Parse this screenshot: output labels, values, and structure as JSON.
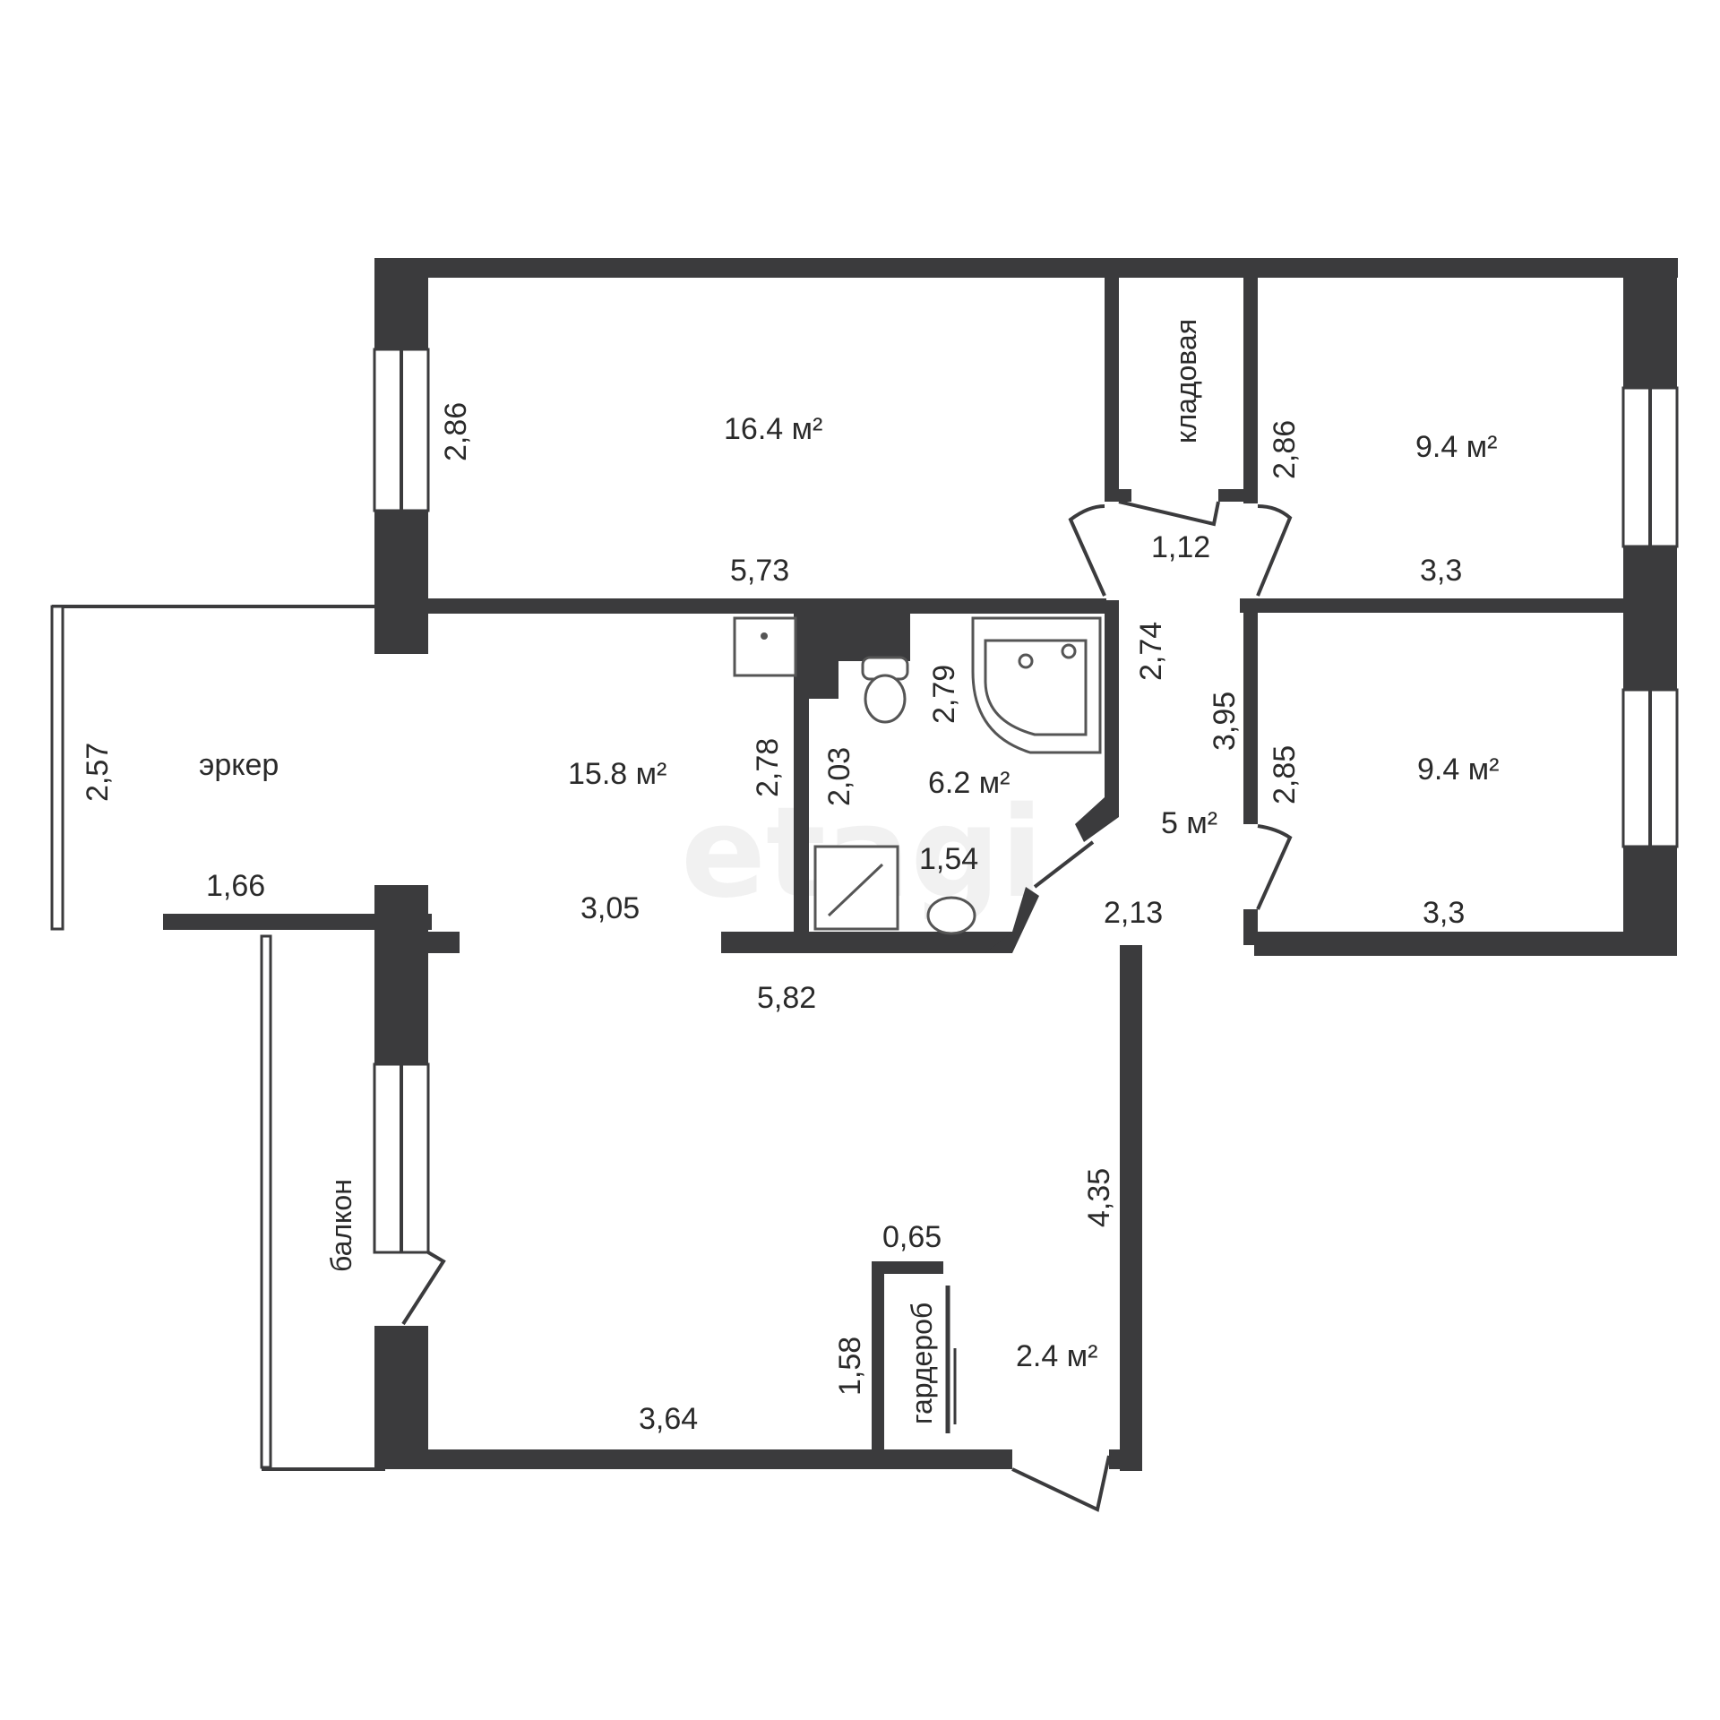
{
  "watermark": "etagi",
  "rooms": {
    "room1_area": "16.4 м²",
    "storage_label": "кладовая",
    "room2_area": "9.4 м²",
    "room3_area": "9.4 м²",
    "kitchen_area": "15.8 м²",
    "bay_label": "эркер",
    "bath_area": "6.2 м²",
    "hall_area": "5 м²",
    "balcony_label": "балкон",
    "wardrobe_label": "гардероб",
    "entry_area": "2.4 м²"
  },
  "dimensions": {
    "room1_h": "2,86",
    "room1_w": "5,73",
    "storage_w": "1,12",
    "room2_h": "2,86",
    "room2_w": "3,3",
    "room3_h": "2,85",
    "room3_w": "3,3",
    "hall_h1": "2,74",
    "hall_h2": "3,95",
    "hall_w": "2,13",
    "bay_h": "2,57",
    "bay_w": "1,66",
    "kitchen_h": "2,78",
    "kitchen_w": "3,05",
    "bath_h1": "2,79",
    "bath_h2": "2,03",
    "bath_w": "1,54",
    "living_w1": "5,82",
    "living_w2": "3,64",
    "entry_h": "4,35",
    "wardrobe_w": "0,65",
    "wardrobe_h": "1,58"
  },
  "colors": {
    "wall": "#3b3b3d",
    "background": "#ffffff"
  }
}
